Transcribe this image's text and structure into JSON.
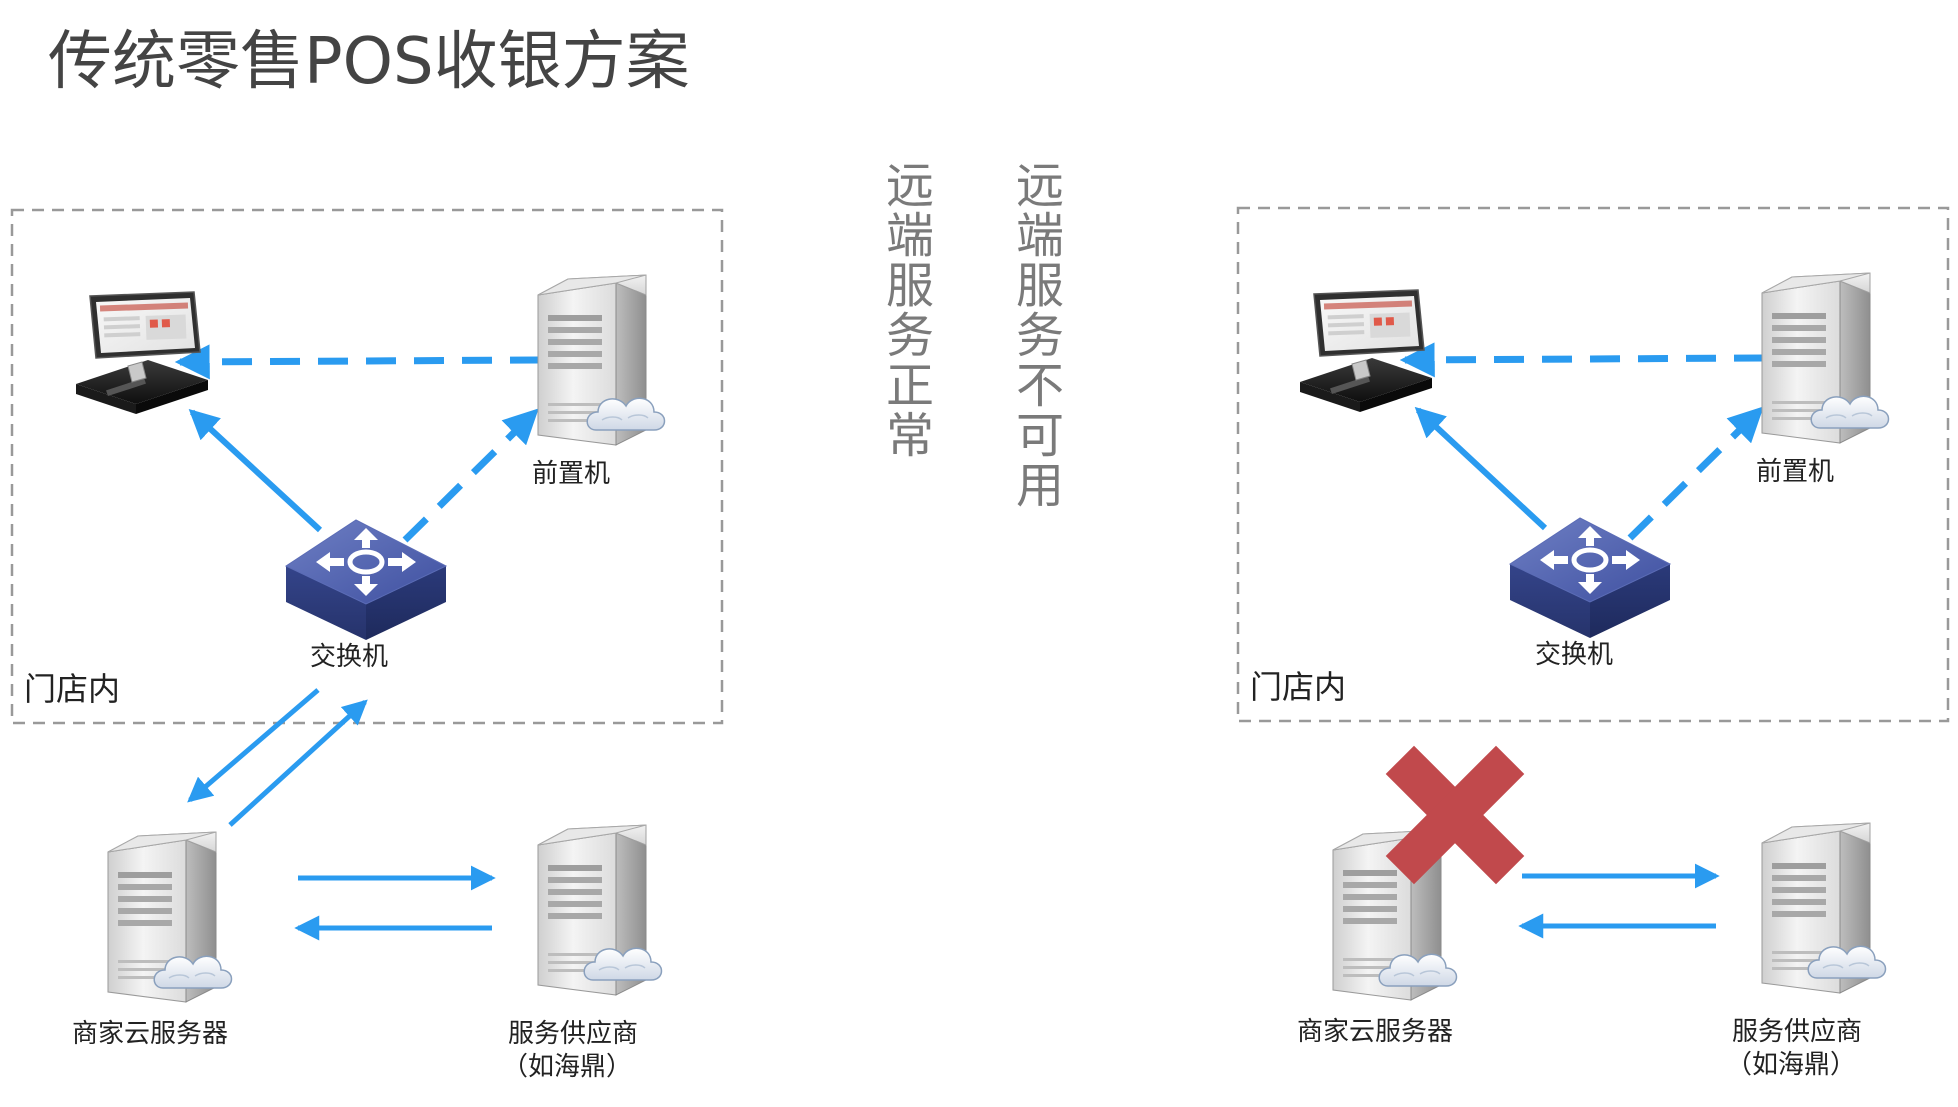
{
  "title": "传统零售POS收银方案",
  "center_labels": {
    "normal": "远端服务正常",
    "unavailable": "远端服务不可用"
  },
  "left": {
    "zone_label": "门店内",
    "front_server_label": "前置机",
    "switch_label": "交换机",
    "cloud_server_label": "商家云服务器",
    "provider_label_line1": "服务供应商",
    "provider_label_line2": "（如海鼎）"
  },
  "right": {
    "zone_label": "门店内",
    "front_server_label": "前置机",
    "switch_label": "交换机",
    "cloud_server_label": "商家云服务器",
    "provider_label_line1": "服务供应商",
    "provider_label_line2": "（如海鼎）",
    "status_icon": "red-x-icon"
  },
  "icons": {
    "pos_terminal": "pos-terminal-icon",
    "server": "server-icon",
    "switch": "network-switch-icon",
    "cloud": "cloud-icon"
  },
  "colors": {
    "arrow_blue": "#2a9bf0",
    "zone_border": "#999999",
    "title_text": "#444444",
    "vertical_text": "#7a7a7a",
    "switch_blue": "#3d4f95",
    "error_red": "#c1494c"
  }
}
